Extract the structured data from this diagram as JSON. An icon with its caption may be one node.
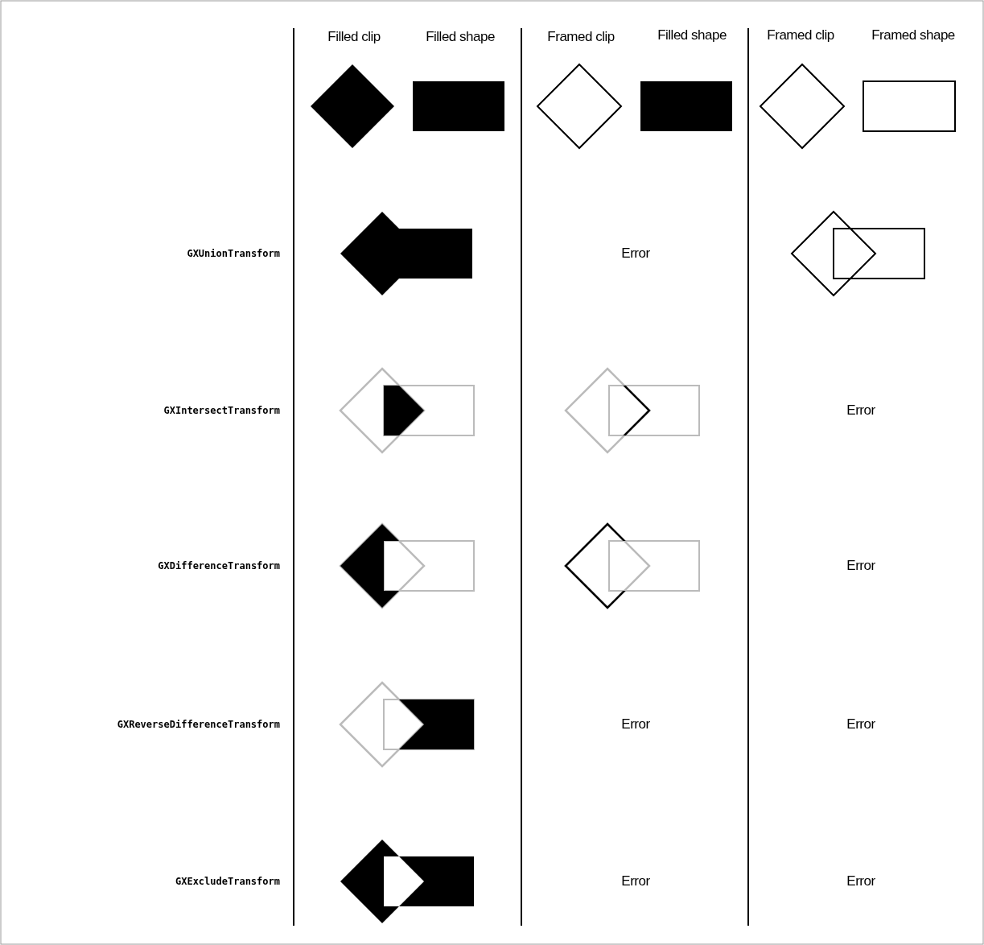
{
  "diagram": {
    "labels": [
      "Filled clip",
      "Filled shape",
      "Framed clip",
      "Filled shape",
      "Framed clip",
      "Framed shape",
      "GXUnionTransform",
      "Error",
      "GXIntersectTransform",
      "Error",
      "GXDifferenceTransform",
      "Error",
      "GXReverseDifferenceTransform",
      "Error",
      "Error",
      "GXExcludeTransform",
      "Error",
      "Error"
    ]
  }
}
